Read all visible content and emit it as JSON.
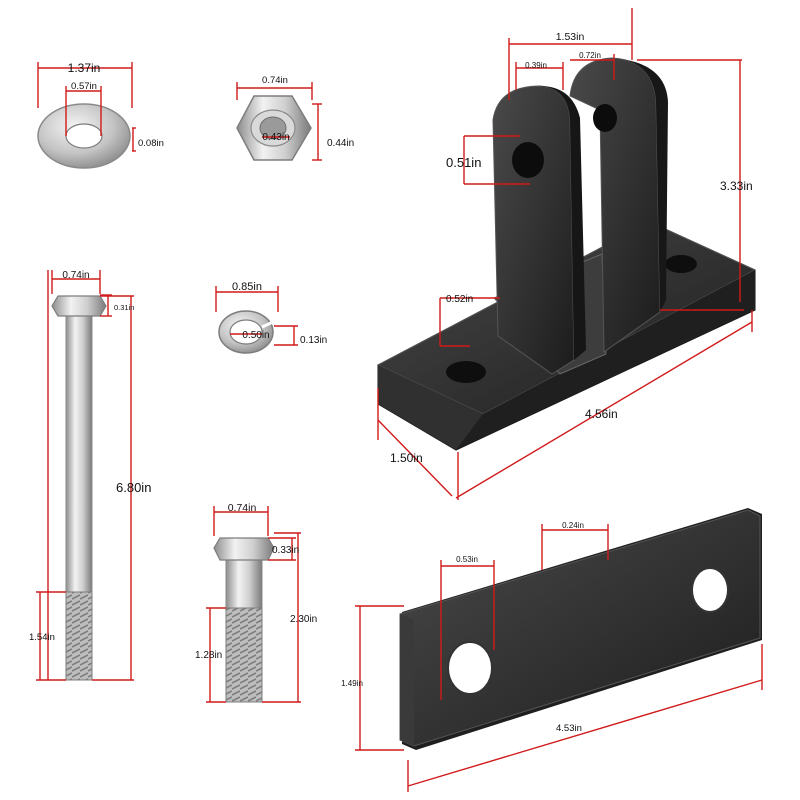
{
  "colors": {
    "dimension_line": "#d11a1a",
    "steel_light": "#dcdcdc",
    "steel_mid": "#a9a9a9",
    "steel_dark": "#6e6e6e",
    "black_part": "#2a2a2a",
    "black_edge": "#444444"
  },
  "washer": {
    "outer": "1.37in",
    "inner": "0.57in",
    "thickness": "0.08in"
  },
  "lock_nut": {
    "width": "0.74in",
    "hole": "0.43in",
    "height": "0.44in"
  },
  "long_bolt": {
    "head_width": "0.74in",
    "head_height": "0.31in",
    "length": "6.80in",
    "thread": "1.54in"
  },
  "lock_washer": {
    "outer": "0.85in",
    "inner": "0.50in",
    "thickness": "0.13in"
  },
  "short_bolt": {
    "head_width": "0.74in",
    "head_height": "0.33in",
    "length": "2.30in",
    "thread": "1.28in"
  },
  "bracket": {
    "tab_span": "1.53in",
    "gap": "0.39in",
    "tab_thickness": "0.72in",
    "pin_hole": "0.51in",
    "height": "3.33in",
    "base_hole": "0.52in",
    "base_length": "4.56in",
    "base_width": "1.50in"
  },
  "plate": {
    "hole": "0.53in",
    "hole_offset": "0.24in",
    "width": "1.49in",
    "length": "4.53in"
  }
}
